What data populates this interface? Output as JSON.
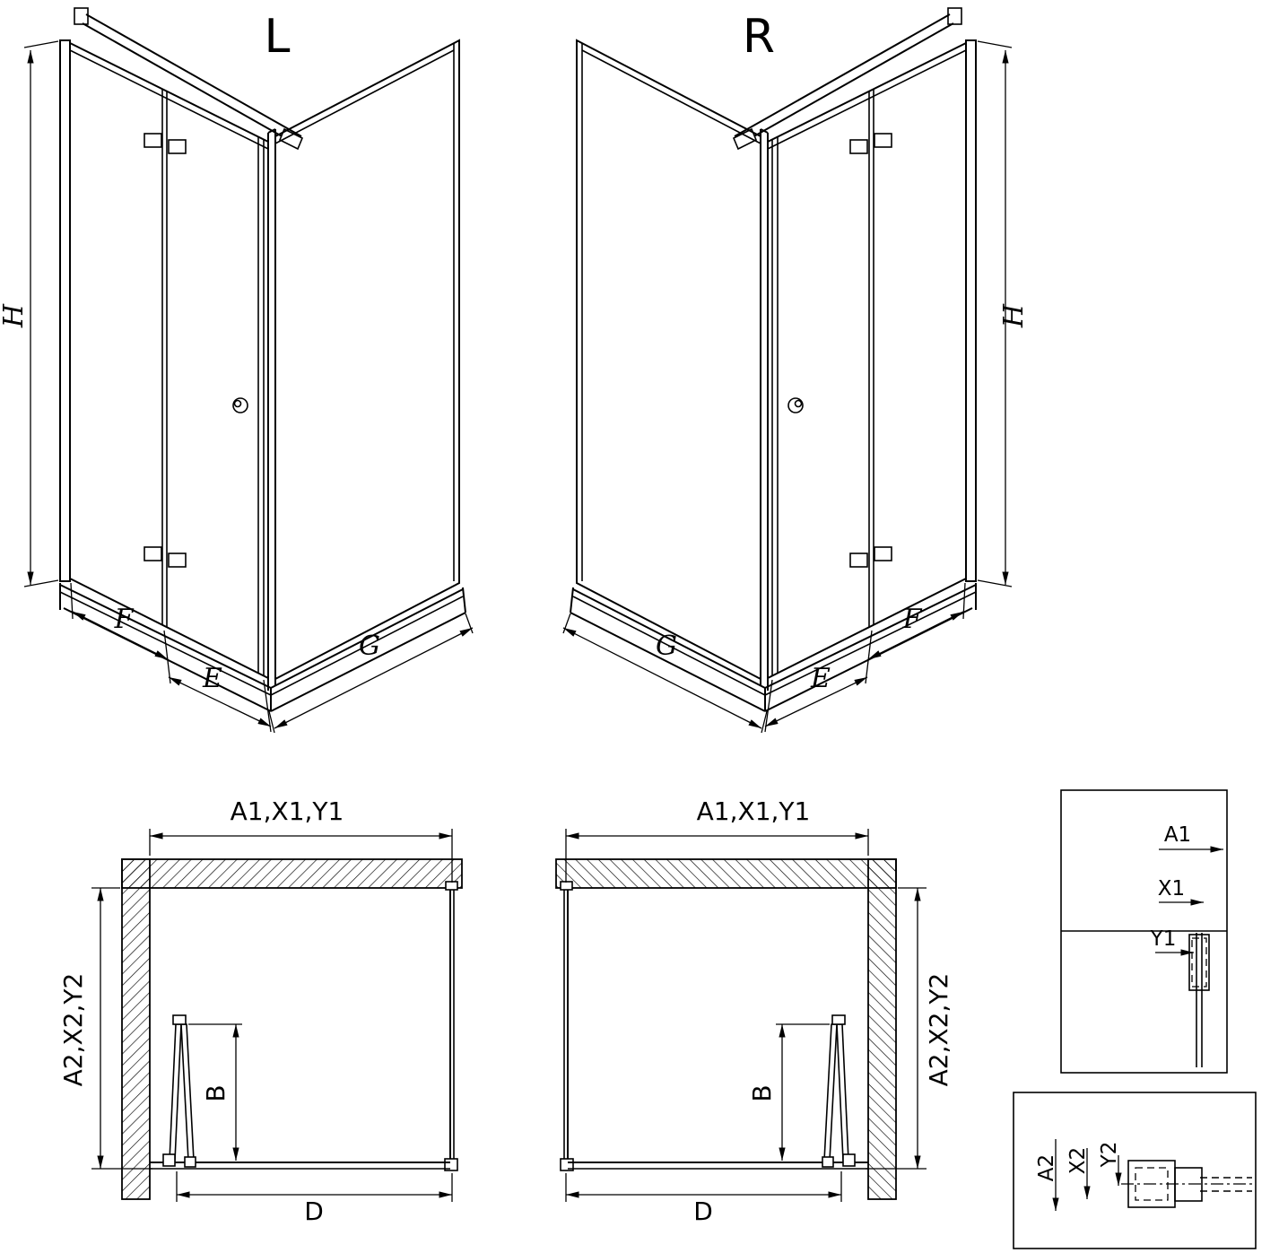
{
  "colors": {
    "line": "#000000",
    "background": "#ffffff"
  },
  "iso_views": {
    "left": {
      "title": "L",
      "height": "H",
      "front": "F",
      "entry": "E",
      "side": "G"
    },
    "right": {
      "title": "R",
      "height": "H",
      "front": "F",
      "entry": "E",
      "side": "G"
    }
  },
  "plan_views": {
    "left": {
      "width": "A1,X1,Y1",
      "depth": "A2,X2,Y2",
      "door": "B",
      "base": "D"
    },
    "right": {
      "width": "A1,X1,Y1",
      "depth": "A2,X2,Y2",
      "door": "B",
      "base": "D"
    }
  },
  "details": {
    "top": {
      "a1": "A1",
      "x1": "X1",
      "y1": "Y1"
    },
    "bottom": {
      "a2": "A2",
      "x2": "X2",
      "y2": "Y2"
    }
  }
}
